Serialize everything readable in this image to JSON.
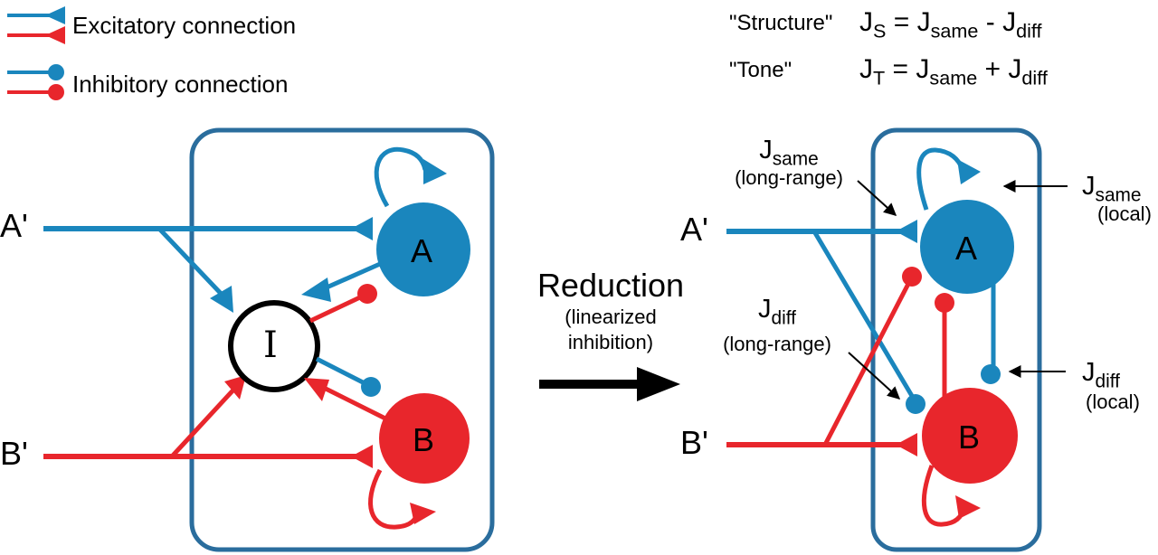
{
  "legend": {
    "excitatory": "Excitatory connection",
    "inhibitory": "Inhibitory connection"
  },
  "formulas": {
    "structure_label": "\"Structure\"",
    "structure_lhs": "J",
    "structure_lhs_sub": "S",
    "structure_eq": " = ",
    "structure_t1": "J",
    "structure_t1_sub": "same",
    "structure_op": " - ",
    "structure_t2": "J",
    "structure_t2_sub": "diff",
    "tone_label": "\"Tone\"",
    "tone_lhs": "J",
    "tone_lhs_sub": "T",
    "tone_eq": " = ",
    "tone_t1": "J",
    "tone_t1_sub": "same",
    "tone_op": " + ",
    "tone_t2": "J",
    "tone_t2_sub": "diff"
  },
  "left_circuit": {
    "input_a": "A'",
    "input_b": "B'",
    "node_a": "A",
    "node_b": "B",
    "node_i": "I"
  },
  "arrow": {
    "title": "Reduction",
    "sub1": "(linearized",
    "sub2": "inhibition)"
  },
  "right_circuit": {
    "input_a": "A'",
    "input_b": "B'",
    "node_a": "A",
    "node_b": "B",
    "jsame_long": {
      "sym": "J",
      "sub": "same",
      "note": "(long-range)"
    },
    "jsame_local": {
      "sym": "J",
      "sub": "same",
      "note": "(local)"
    },
    "jdiff_long": {
      "sym": "J",
      "sub": "diff",
      "note": "(long-range)"
    },
    "jdiff_local": {
      "sym": "J",
      "sub": "diff",
      "note": "(local)"
    }
  },
  "colors": {
    "blue": "#1a86bd",
    "red": "#e8262c",
    "box": "#2a6d9d",
    "black": "#000000"
  }
}
